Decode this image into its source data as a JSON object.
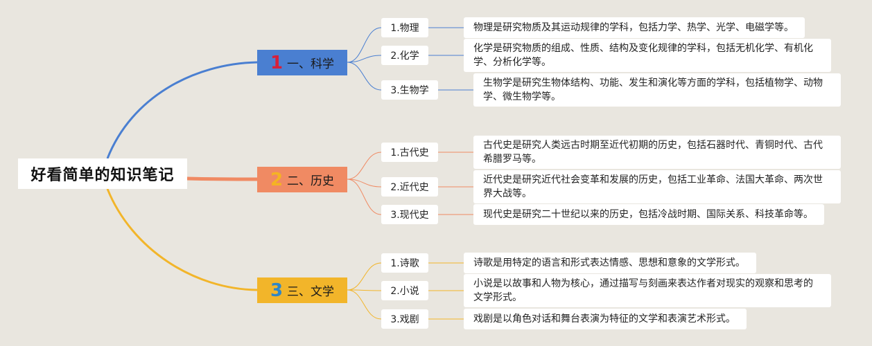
{
  "root": {
    "title": "好看简单的知识笔记"
  },
  "colors": {
    "science": "#4a7fd1",
    "history": "#f08a63",
    "literature": "#f2b52a",
    "background": "#e9e6df"
  },
  "branches": [
    {
      "num": "1",
      "label": "一、科学",
      "children": [
        {
          "label": "1.物理",
          "desc": "物理是研究物质及其运动规律的学科，包括力学、热学、光学、电磁学等。"
        },
        {
          "label": "2.化学",
          "desc": "化学是研究物质的组成、性质、结构及变化规律的学科，包括无机化学、有机化学、分析化学等。"
        },
        {
          "label": "3.生物学",
          "desc": "生物学是研究生物体结构、功能、发生和演化等方面的学科，包括植物学、动物学、微生物学等。"
        }
      ]
    },
    {
      "num": "2",
      "label": "二、历史",
      "children": [
        {
          "label": "1.古代史",
          "desc": "古代史是研究人类远古时期至近代初期的历史，包括石器时代、青铜时代、古代希腊罗马等。"
        },
        {
          "label": "2.近代史",
          "desc": "近代史是研究近代社会变革和发展的历史，包括工业革命、法国大革命、两次世界大战等。"
        },
        {
          "label": "3.现代史",
          "desc": "现代史是研究二十世纪以来的历史，包括冷战时期、国际关系、科技革命等。"
        }
      ]
    },
    {
      "num": "3",
      "label": "三、文学",
      "children": [
        {
          "label": "1.诗歌",
          "desc": "诗歌是用特定的语言和形式表达情感、思想和意象的文学形式。"
        },
        {
          "label": "2.小说",
          "desc": "小说是以故事和人物为核心，通过描写与刻画来表达作者对现实的观察和思考的文学形式。"
        },
        {
          "label": "3.戏剧",
          "desc": "戏剧是以角色对话和舞台表演为特征的文学和表演艺术形式。"
        }
      ]
    }
  ]
}
